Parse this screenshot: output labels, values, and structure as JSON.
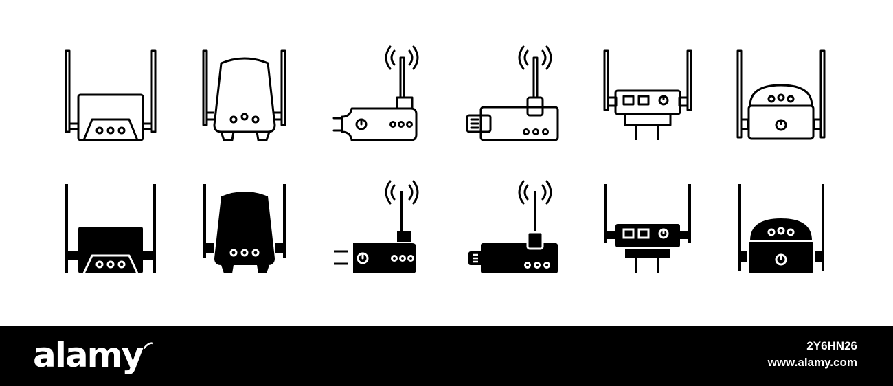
{
  "footer": {
    "logo_text": "alamy",
    "image_id": "2Y6HN26",
    "site": "www.alamy.com"
  },
  "colors": {
    "icon_stroke": "#000000",
    "background": "#ffffff",
    "footer_bg": "#000000",
    "footer_text": "#ffffff"
  },
  "icons": {
    "outline_row": [
      "router-icon",
      "mesh-router-icon",
      "plug-extender-icon",
      "usb-modem-icon",
      "wall-plug-extender-icon",
      "dome-extender-icon"
    ],
    "filled_row": [
      "router-icon",
      "mesh-router-icon",
      "plug-extender-icon",
      "usb-modem-icon",
      "wall-plug-extender-icon",
      "dome-extender-icon"
    ]
  }
}
